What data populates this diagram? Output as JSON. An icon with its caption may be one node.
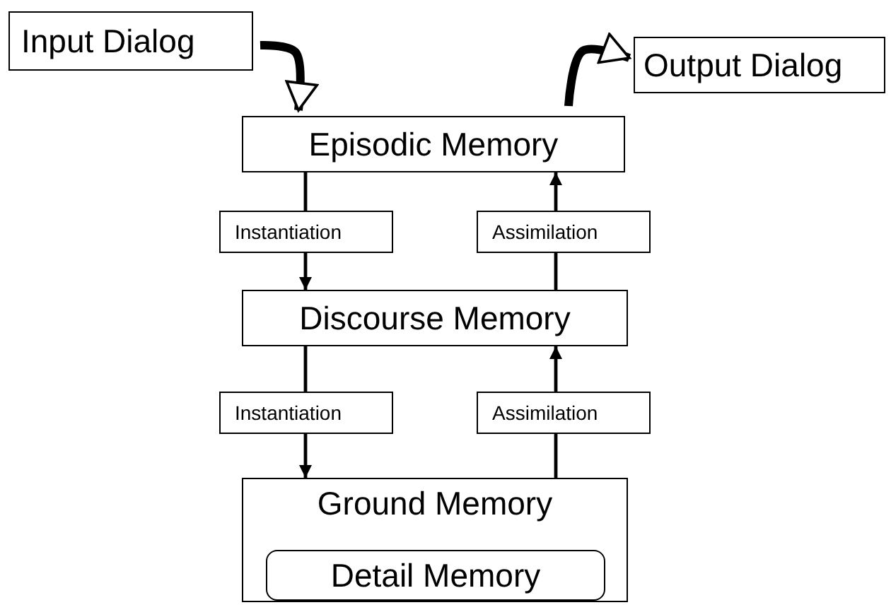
{
  "diagram": {
    "nodes": [
      {
        "text": [
          "Input Dialog"
        ]
      },
      {
        "text": [
          "Output Dialog"
        ]
      },
      {
        "text": [
          "Episodic Memory"
        ]
      },
      {
        "text": [
          "Discourse Memory"
        ]
      },
      {
        "text": [
          "Ground Memory"
        ]
      },
      {
        "text": [
          "Detail Memory"
        ],
        "in": 4
      }
    ],
    "edges": [
      {
        "from": 0,
        "to": 2,
        "arrow": "to",
        "style": "thick"
      },
      {
        "from": 2,
        "to": 1,
        "arrow": "to",
        "style": "thick"
      },
      {
        "from": 2,
        "to": 3,
        "arrow": "to",
        "label": "Instantiation"
      },
      {
        "from": 3,
        "to": 2,
        "arrow": "to",
        "label": "Assimilation"
      },
      {
        "from": 3,
        "to": 4,
        "arrow": "to",
        "label": "Instantiation"
      },
      {
        "from": 4,
        "to": 3,
        "arrow": "to",
        "label": "Assimilation"
      }
    ]
  }
}
